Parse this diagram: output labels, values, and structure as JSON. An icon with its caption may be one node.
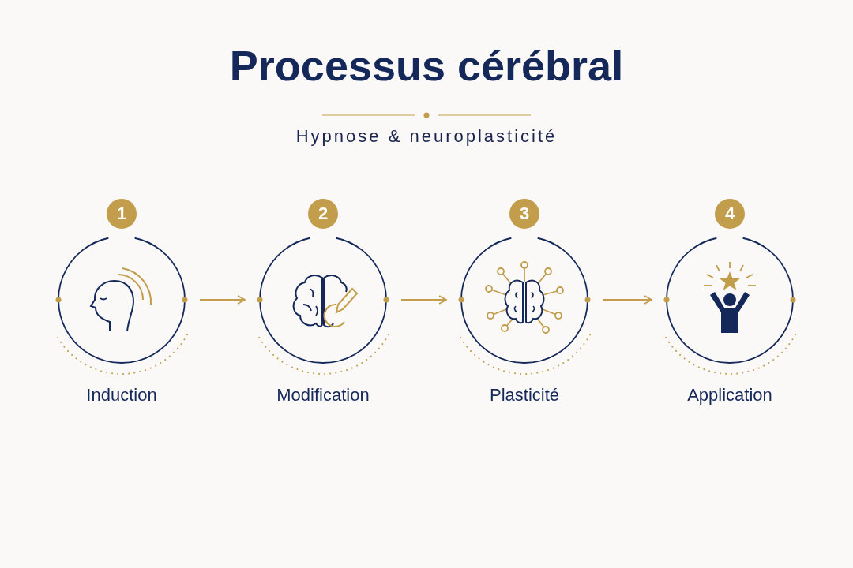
{
  "diagram": {
    "title": "Processus cérébral",
    "caption": "Hypnose & neuroplasticité",
    "nodes": [
      {
        "text": [
          "1",
          "Induction"
        ]
      },
      {
        "text": [
          "2",
          "Modification"
        ]
      },
      {
        "text": [
          "3",
          "Plasticité"
        ]
      },
      {
        "text": [
          "4",
          "Application"
        ]
      }
    ],
    "edges": [
      {
        "from": 0,
        "to": 1,
        "arrow": "to"
      },
      {
        "from": 1,
        "to": 2,
        "arrow": "to"
      },
      {
        "from": 2,
        "to": 3,
        "arrow": "to"
      }
    ]
  }
}
